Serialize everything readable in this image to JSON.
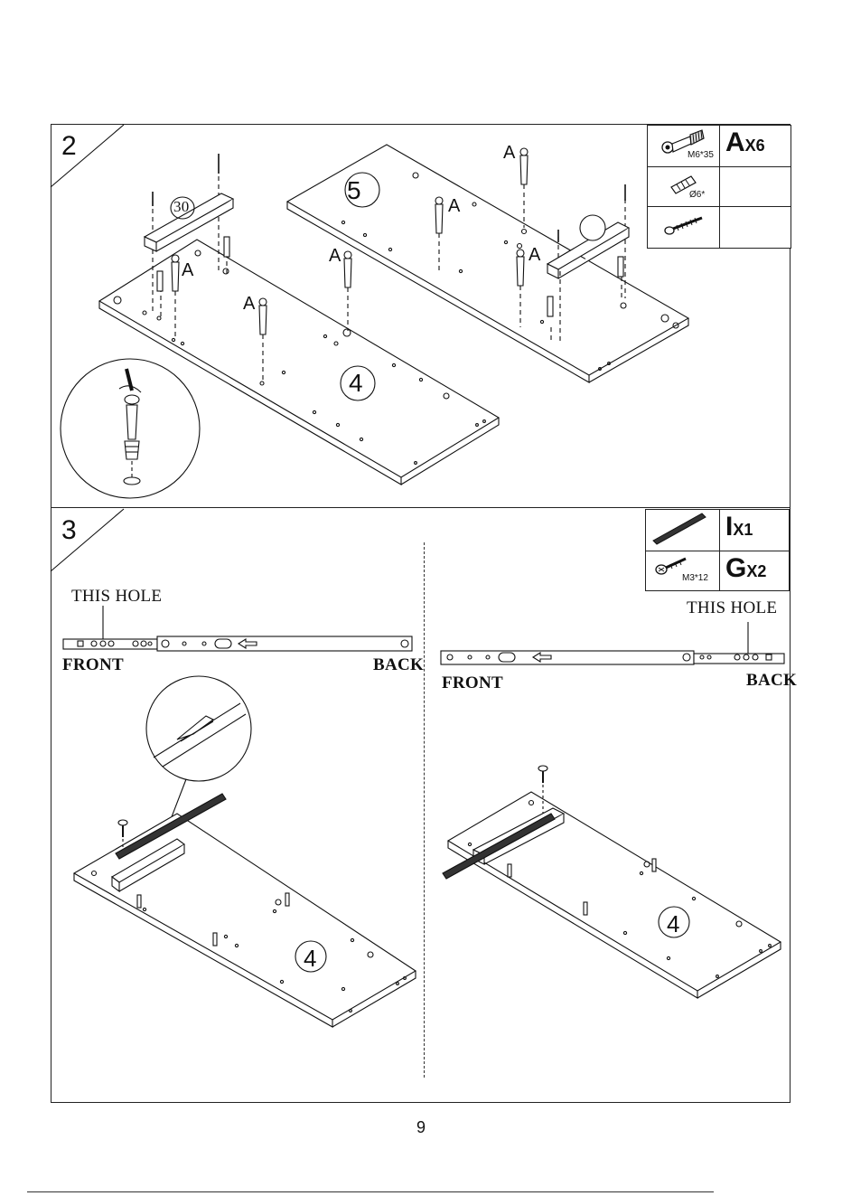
{
  "page_number": "9",
  "steps": [
    {
      "number": "2",
      "hardware": [
        {
          "spec": "M6*35",
          "qty_letter": "A",
          "qty_count": "X6"
        },
        {
          "spec": "Ø6*",
          "qty_letter": "",
          "qty_count": ""
        },
        {
          "spec": "",
          "qty_letter": "",
          "qty_count": ""
        }
      ],
      "part_labels": [
        "5",
        "4",
        "30"
      ],
      "connector_label": "A"
    },
    {
      "number": "3",
      "hardware": [
        {
          "spec": "",
          "qty_letter": "I",
          "qty_count": "X1"
        },
        {
          "spec": "M3*12",
          "qty_letter": "G",
          "qty_count": "X2"
        }
      ],
      "left_rail": {
        "hole_label": "THIS HOLE",
        "front_label": "FRONT",
        "back_label": "BACK"
      },
      "right_rail": {
        "hole_label": "THIS HOLE",
        "front_label": "FRONT",
        "back_label": "BACK"
      },
      "part_labels": [
        "4",
        "4"
      ]
    }
  ]
}
